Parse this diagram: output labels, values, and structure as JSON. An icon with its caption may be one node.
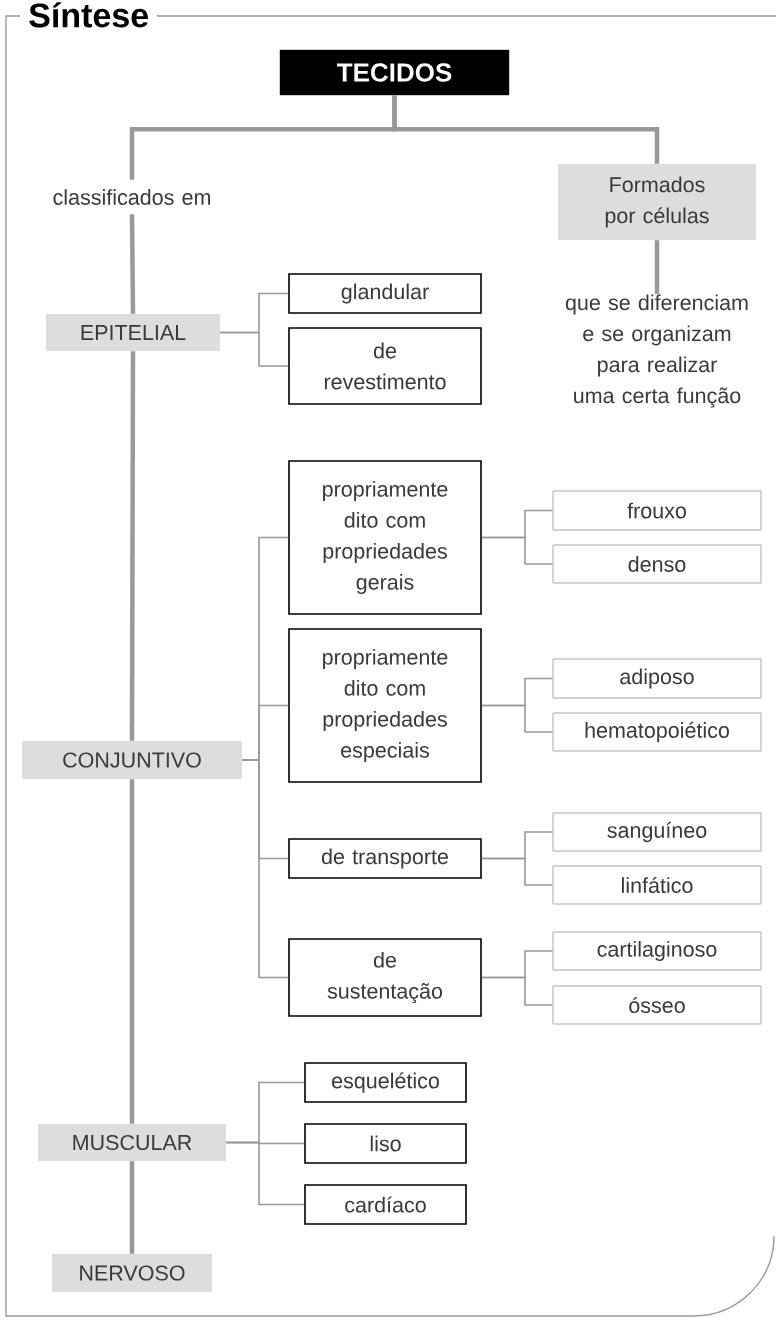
{
  "diagram": {
    "title": "Síntese",
    "nodes": [
      {
        "text": [
          "TECIDOS"
        ]
      },
      {
        "text": [
          "classificados em"
        ]
      },
      {
        "text": [
          "Formados por células"
        ]
      },
      {
        "text": [
          "que se diferenciam e se organizam para realizar uma certa função"
        ]
      },
      {
        "text": [
          "EPITELIAL"
        ]
      },
      {
        "text": [
          "glandular"
        ]
      },
      {
        "text": [
          "de revestimento"
        ]
      },
      {
        "text": [
          "CONJUNTIVO"
        ]
      },
      {
        "text": [
          "propriamente dito com propriedades gerais"
        ]
      },
      {
        "text": [
          "frouxo"
        ]
      },
      {
        "text": [
          "denso"
        ]
      },
      {
        "text": [
          "propriamente dito com propriedades especiais"
        ]
      },
      {
        "text": [
          "adiposo"
        ]
      },
      {
        "text": [
          "hematopoiético"
        ]
      },
      {
        "text": [
          "de transporte"
        ]
      },
      {
        "text": [
          "sanguíneo"
        ]
      },
      {
        "text": [
          "linfático"
        ]
      },
      {
        "text": [
          "de sustentação"
        ]
      },
      {
        "text": [
          "cartilaginoso"
        ]
      },
      {
        "text": [
          "ósseo"
        ]
      },
      {
        "text": [
          "MUSCULAR"
        ]
      },
      {
        "text": [
          "esquelético"
        ]
      },
      {
        "text": [
          "liso"
        ]
      },
      {
        "text": [
          "cardíaco"
        ]
      },
      {
        "text": [
          "NERVOSO"
        ]
      }
    ],
    "edges": [
      {
        "from": 0,
        "to": 1,
        "arrow": "none",
        "style": "thick"
      },
      {
        "from": 0,
        "to": 2,
        "arrow": "none",
        "style": "thick"
      },
      {
        "from": 2,
        "to": 3,
        "arrow": "none",
        "style": "thick"
      },
      {
        "from": 1,
        "to": 4,
        "arrow": "none",
        "style": "thick"
      },
      {
        "from": 4,
        "to": 7,
        "arrow": "none",
        "style": "thick"
      },
      {
        "from": 7,
        "to": 20,
        "arrow": "none",
        "style": "thick"
      },
      {
        "from": 20,
        "to": 24,
        "arrow": "none",
        "style": "thick"
      },
      {
        "from": 4,
        "to": 5,
        "arrow": "none"
      },
      {
        "from": 4,
        "to": 6,
        "arrow": "none"
      },
      {
        "from": 7,
        "to": 8,
        "arrow": "none"
      },
      {
        "from": 7,
        "to": 11,
        "arrow": "none"
      },
      {
        "from": 7,
        "to": 14,
        "arrow": "none"
      },
      {
        "from": 7,
        "to": 17,
        "arrow": "none"
      },
      {
        "from": 8,
        "to": 9,
        "arrow": "none"
      },
      {
        "from": 8,
        "to": 10,
        "arrow": "none"
      },
      {
        "from": 11,
        "to": 12,
        "arrow": "none"
      },
      {
        "from": 11,
        "to": 13,
        "arrow": "none"
      },
      {
        "from": 14,
        "to": 15,
        "arrow": "none"
      },
      {
        "from": 14,
        "to": 16,
        "arrow": "none"
      },
      {
        "from": 17,
        "to": 18,
        "arrow": "none"
      },
      {
        "from": 17,
        "to": 19,
        "arrow": "none"
      },
      {
        "from": 20,
        "to": 21,
        "arrow": "none"
      },
      {
        "from": 20,
        "to": 22,
        "arrow": "none"
      },
      {
        "from": 20,
        "to": 23,
        "arrow": "none"
      }
    ]
  }
}
